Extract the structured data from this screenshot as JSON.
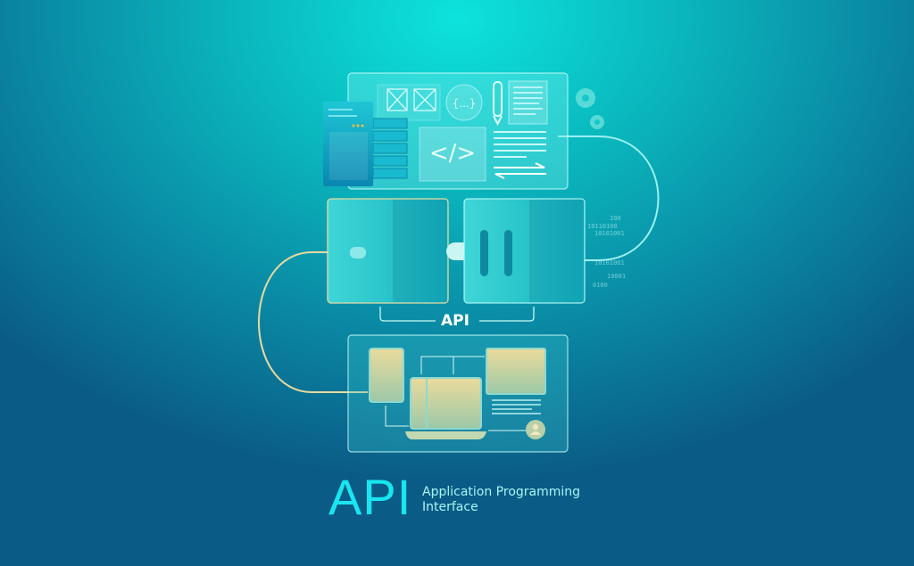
{
  "illustration": {
    "center_label": "API",
    "binary_strings": [
      "100",
      "10110100",
      "10101001",
      "10101001",
      "10001",
      "0100"
    ],
    "code_icon_text": "</>",
    "braces_icon_text": "{...}"
  },
  "footer": {
    "title": "API",
    "subtitle_line1": "Application Programming",
    "subtitle_line2": "Interface"
  },
  "colors": {
    "accent": "#18e6f0",
    "cable": "#e8d9a0",
    "screen": "#e5d8a0"
  }
}
